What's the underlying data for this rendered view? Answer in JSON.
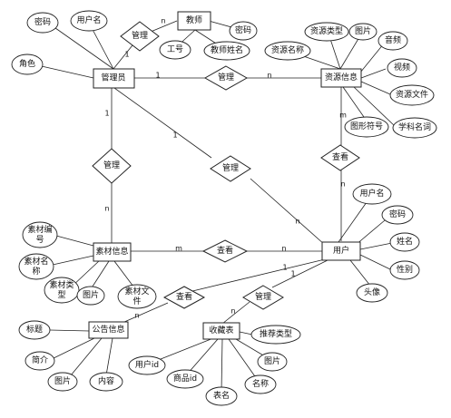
{
  "entities": {
    "admin": "管理员",
    "teacher": "教师",
    "resource": "资源信息",
    "material": "素材信息",
    "user": "用户",
    "notice": "公告信息",
    "favorite": "收藏表"
  },
  "relationships": {
    "admin_teacher": "管理",
    "admin_resource": "管理",
    "admin_material": "管理",
    "admin_user": "管理",
    "user_resource": "查看",
    "material_user": "查看",
    "notice_user": "查看",
    "favorite_user": "管理"
  },
  "attributes": {
    "admin_password": "密码",
    "admin_username": "用户名",
    "admin_role": "角色",
    "teacher_password": "密码",
    "teacher_id": "工号",
    "teacher_name": "教师姓名",
    "res_name": "资源名称",
    "res_type": "资源类型",
    "res_image": "图片",
    "res_audio": "音频",
    "res_video": "视频",
    "res_file": "资源文件",
    "res_terms": "学科名词",
    "res_symbol": "图形符号",
    "mat_id": [
      "素材编",
      "号"
    ],
    "mat_name": [
      "素材名",
      "称"
    ],
    "mat_type": [
      "素材类",
      "型"
    ],
    "mat_image": "图片",
    "mat_file": [
      "素材文",
      "件"
    ],
    "user_username": "用户名",
    "user_password": "密码",
    "user_name": "姓名",
    "user_gender": "性别",
    "user_avatar": "头像",
    "notice_title": "标题",
    "notice_intro": "简介",
    "notice_image": "图片",
    "notice_content": "内容",
    "fav_recommend": "推荐类型",
    "fav_image": "图片",
    "fav_name": "名称",
    "fav_table": "表名",
    "fav_goods": "商品id",
    "fav_userid": "用户id"
  },
  "cardinality": {
    "one": "1",
    "n": "n",
    "m": "m"
  }
}
